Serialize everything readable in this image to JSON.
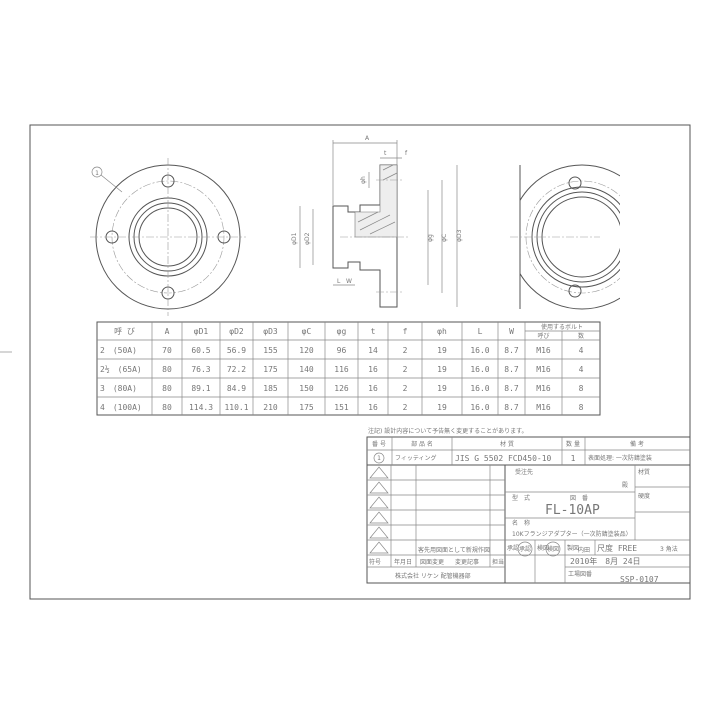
{
  "drawing": {
    "balloon": "1",
    "dims": {
      "A": "A",
      "t": "t",
      "f": "f",
      "h": "φh",
      "D1": "φD1",
      "D2": "φD2",
      "g": "φg",
      "C": "φC",
      "D3": "φD3",
      "L": "L",
      "W": "W"
    }
  },
  "table": {
    "headers": [
      "呼 び",
      "A",
      "φD1",
      "φD2",
      "φD3",
      "φC",
      "φg",
      "t",
      "f",
      "φh",
      "L",
      "W"
    ],
    "bolt_header": "使用するボルト",
    "bolt_sub": [
      "呼び",
      "数"
    ],
    "rows": [
      [
        "2　(50A)",
        "70",
        "60.5",
        "56.9",
        "155",
        "120",
        "96",
        "14",
        "2",
        "19",
        "16.0",
        "8.7",
        "M16",
        "4"
      ],
      [
        "2½　(65A)",
        "80",
        "76.3",
        "72.2",
        "175",
        "140",
        "116",
        "16",
        "2",
        "19",
        "16.0",
        "8.7",
        "M16",
        "4"
      ],
      [
        "3　(80A)",
        "80",
        "89.1",
        "84.9",
        "185",
        "150",
        "126",
        "16",
        "2",
        "19",
        "16.0",
        "8.7",
        "M16",
        "8"
      ],
      [
        "4　(100A)",
        "80",
        "114.3",
        "110.1",
        "210",
        "175",
        "151",
        "16",
        "2",
        "19",
        "16.0",
        "8.7",
        "M16",
        "8"
      ]
    ]
  },
  "note": "注記) 設計内容について予告無く変更することがあります。",
  "parts": {
    "headers": [
      "番 号",
      "部 品 名",
      "材 質",
      "数 量",
      "備 考"
    ],
    "row": [
      "1",
      "フィッティング",
      "JIS G 5502 FCD450-10",
      "1",
      "表面処理: 一次防錆塗装"
    ]
  },
  "title_block": {
    "customer_label": "受注先",
    "customer_suffix": "殿",
    "material_label": "材質",
    "hardness_label": "硬度",
    "model_label": "型　式",
    "drawing_no_label": "図　番",
    "model": "FL-10AP",
    "name_label": "名　称",
    "name": "10Kフランジアダプター（一次防錆塗装品）",
    "revision_note": "客先用図面として新規作図",
    "rev_headers": [
      "符号",
      "年月日",
      "図面変更",
      "変更記事",
      "担当"
    ],
    "company": "株式会社 リケン 配管機器部",
    "approved_label": "承認",
    "checked_label": "検図",
    "drafted_label": "製図",
    "drafter": "内田",
    "stamp_approved": "承認",
    "stamp_checked": "検図",
    "scale": "尺度 FREE",
    "projection": "3 角法",
    "date": "2010年　8月 24日",
    "factory_no_label": "工場図番",
    "factory_no": "SSP-0107"
  }
}
